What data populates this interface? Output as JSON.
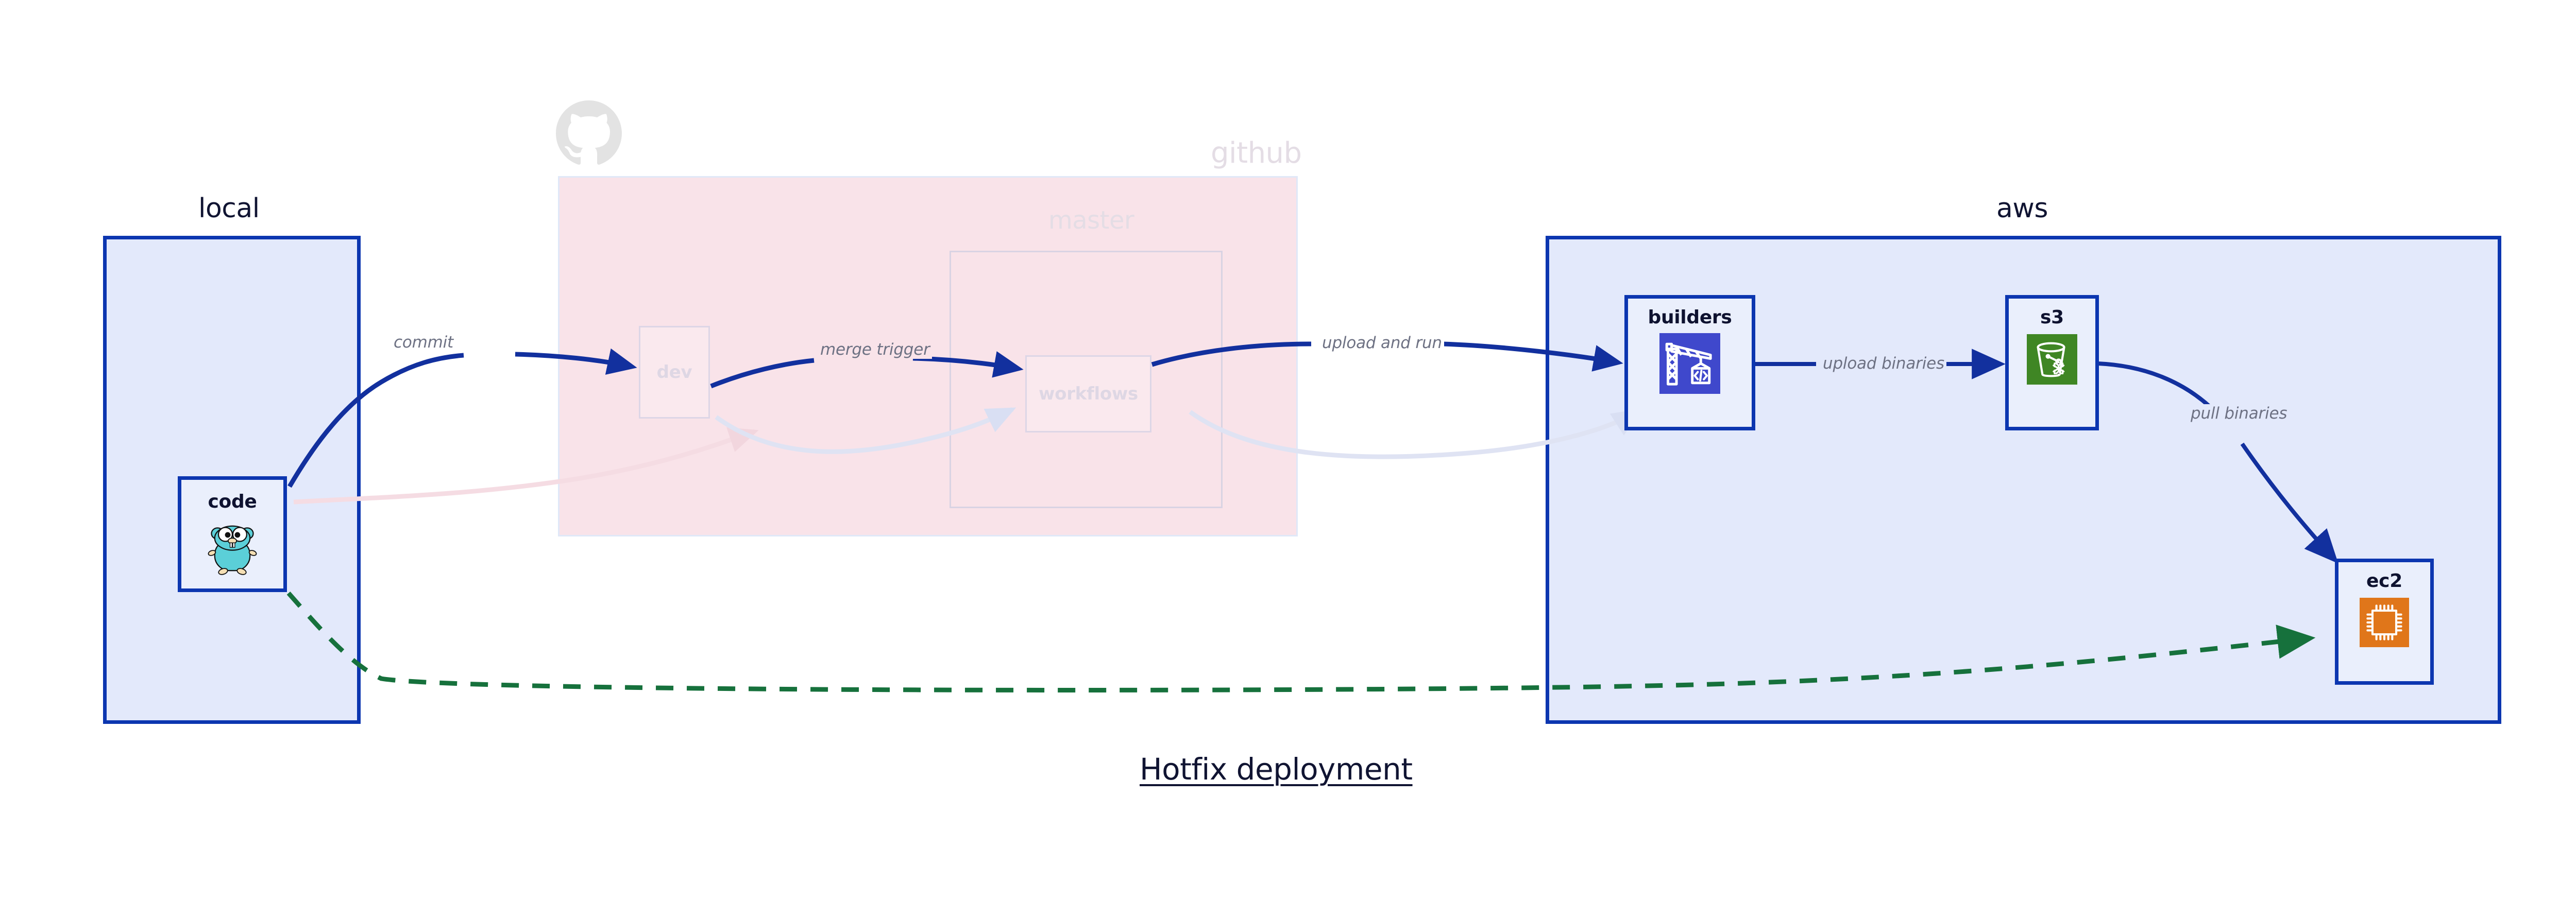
{
  "diagram": {
    "title": "Hotfix deployment",
    "background": "#ffffff"
  },
  "colors": {
    "primary_blue": "#0c36b0",
    "group_blue_fill": "#e3e9fb",
    "group_pink_fill": "#f9e3e9",
    "node_fill": "#eaeffc",
    "arrow_blue": "#12309e",
    "arrow_green": "#16713c",
    "ghost_pink": "#f6dfe5",
    "ghost_blue": "#dde2f4",
    "label_grey": "#6d7183",
    "faded_text": "#e4dde5",
    "octocat_grey": "#e3e3e3",
    "codebuild_blue": "#3f48cc",
    "s3_green": "#3f8624",
    "ec2_orange": "#e0761a",
    "gopher_cyan": "#5bcfd8"
  },
  "groups": [
    {
      "id": "local",
      "label": "local",
      "faded": false
    },
    {
      "id": "github",
      "label": "github",
      "faded": true
    },
    {
      "id": "master",
      "label": "master",
      "faded": true
    },
    {
      "id": "aws",
      "label": "aws",
      "faded": false
    }
  ],
  "nodes": [
    {
      "id": "code",
      "label": "code",
      "icon": "go-gopher-icon",
      "group": "local",
      "state": "active"
    },
    {
      "id": "dev",
      "label": "dev",
      "icon": "none",
      "group": "github",
      "state": "ghost"
    },
    {
      "id": "workflows",
      "label": "workflows",
      "icon": "none",
      "group": "master",
      "state": "ghost"
    },
    {
      "id": "builders",
      "label": "builders",
      "icon": "aws-codebuild-icon",
      "group": "aws",
      "state": "active"
    },
    {
      "id": "s3",
      "label": "s3",
      "icon": "aws-s3-bucket-icon",
      "group": "aws",
      "state": "active"
    },
    {
      "id": "ec2",
      "label": "ec2",
      "icon": "aws-ec2-chip-icon",
      "group": "aws",
      "state": "active"
    }
  ],
  "edges": [
    {
      "id": "commit",
      "label": "commit",
      "from": "code",
      "to": "dev",
      "style": "solid",
      "color": "#12309e",
      "state": "active"
    },
    {
      "id": "merge-trigger",
      "label": "merge trigger",
      "from": "dev",
      "to": "workflows",
      "style": "solid",
      "color": "#12309e",
      "state": "active"
    },
    {
      "id": "upload-and-run",
      "label": "upload and run",
      "from": "workflows",
      "to": "builders",
      "style": "solid",
      "color": "#12309e",
      "state": "active"
    },
    {
      "id": "upload-binaries",
      "label": "upload binaries",
      "from": "builders",
      "to": "s3",
      "style": "solid",
      "color": "#12309e",
      "state": "active"
    },
    {
      "id": "pull-binaries",
      "label": "pull binaries",
      "from": "s3",
      "to": "ec2",
      "style": "solid",
      "color": "#12309e",
      "state": "active"
    },
    {
      "id": "hotfix-direct",
      "label": "",
      "from": "code",
      "to": "ec2",
      "style": "dashed",
      "color": "#16713c",
      "state": "active"
    },
    {
      "id": "ghost-code-dev",
      "label": "",
      "from": "code",
      "to": "dev",
      "style": "solid",
      "color": "#f6dfe5",
      "state": "ghost"
    },
    {
      "id": "ghost-dev-workflows",
      "label": "",
      "from": "dev",
      "to": "workflows",
      "style": "solid",
      "color": "#dde2f4",
      "state": "ghost"
    },
    {
      "id": "ghost-wf-builders",
      "label": "",
      "from": "workflows",
      "to": "builders",
      "style": "solid",
      "color": "#dde2f4",
      "state": "ghost"
    }
  ],
  "branding": {
    "github_logo": "github-octocat-icon"
  }
}
